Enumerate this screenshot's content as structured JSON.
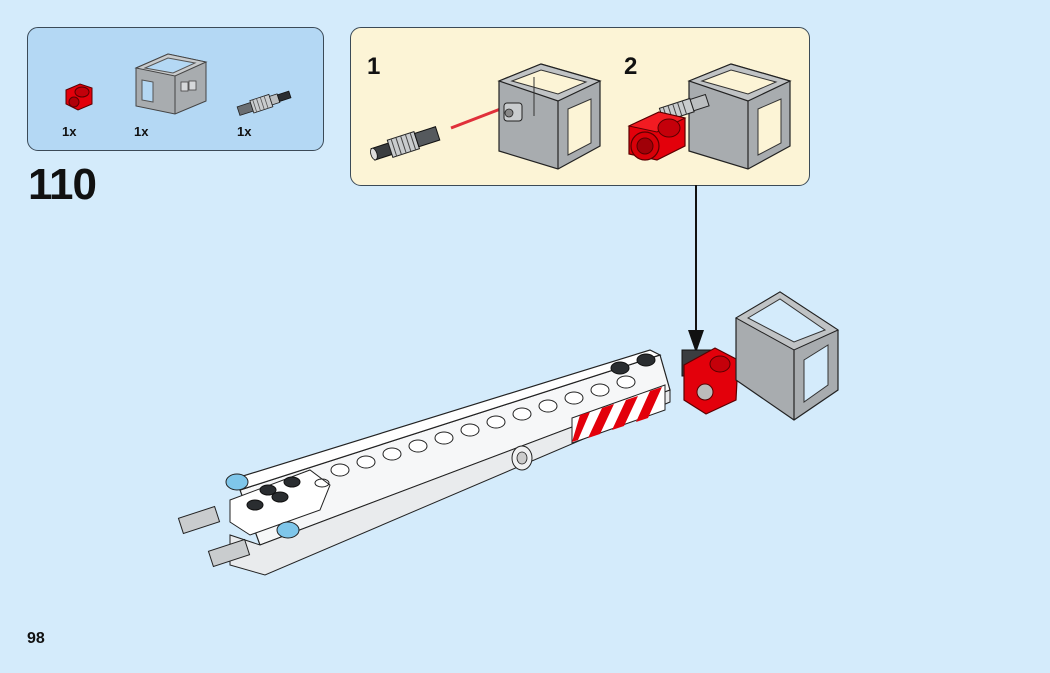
{
  "page": {
    "step_number": "110",
    "page_number": "98"
  },
  "parts_list": {
    "items": [
      {
        "name": "red-technic-pin-connector",
        "quantity": "1x",
        "color": "#e3000b"
      },
      {
        "name": "gray-frame-box",
        "quantity": "1x",
        "color": "#a0a5a9"
      },
      {
        "name": "shock-pin",
        "quantity": "1x",
        "color": "#555a5e"
      }
    ]
  },
  "sub_assembly": {
    "steps": [
      {
        "number": "1"
      },
      {
        "number": "2"
      }
    ]
  },
  "colors": {
    "background": "#d4ebfb",
    "parts_box": "#b4d8f4",
    "sub_box": "#fcf4d6",
    "red_part": "#e3000b",
    "gray_part": "#a0a5a9",
    "arrow_red": "#e0303a"
  }
}
